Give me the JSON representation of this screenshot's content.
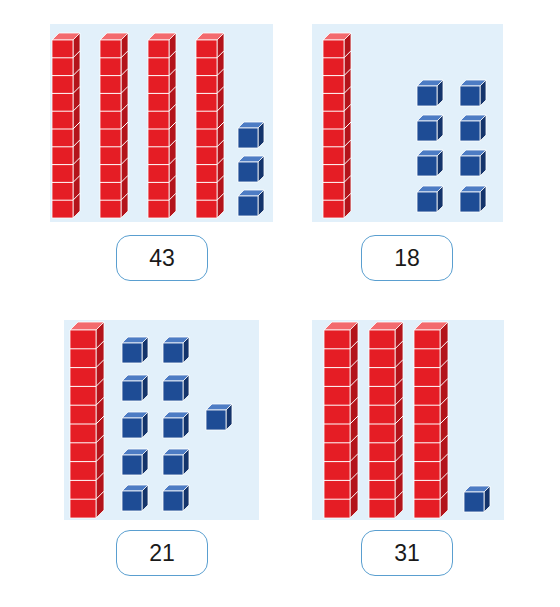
{
  "diagram": {
    "nodes": [
      {
        "text": [
          "43"
        ]
      },
      {
        "text": [
          "18"
        ]
      },
      {
        "text": [
          "21"
        ]
      },
      {
        "text": [
          "31"
        ]
      }
    ]
  }
}
